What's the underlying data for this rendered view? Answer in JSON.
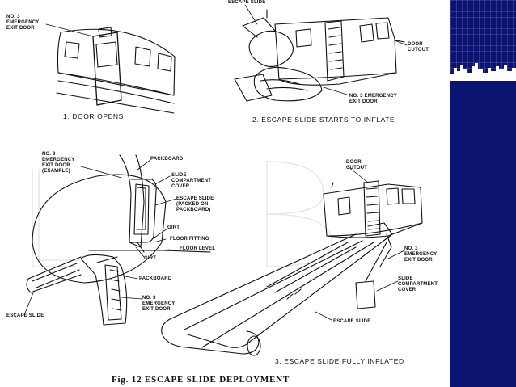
{
  "figure_title": "Fig. 12  ESCAPE SLIDE DEPLOYMENT",
  "panels": [
    {
      "caption": "1. DOOR OPENS",
      "labels": [
        "NO. 3\nEMERGENCY\nEXIT DOOR"
      ]
    },
    {
      "caption": "2. ESCAPE SLIDE STARTS TO INFLATE",
      "labels": [
        "ESCAPE SLIDE",
        "DOOR\nCUTOUT",
        "NO. 3 EMERGENCY\nEXIT DOOR"
      ]
    },
    {
      "caption": "",
      "labels": [
        "NO. 3\nEMERGENCY\nEXIT DOOR\n(EXAMPLE)",
        "PACKBOARD",
        "SLIDE\nCOMPARTMENT\nCOVER",
        "ESCAPE SLIDE\n(PACKED ON\nPACKBOARD)",
        "GIRT",
        "FLOOR FITTING",
        "FLOOR LEVEL",
        "GIRT",
        "PACKBOARD",
        "NO. 3\nEMERGENCY\nEXIT DOOR",
        "ESCAPE SLIDE"
      ]
    },
    {
      "caption": "3. ESCAPE SLIDE FULLY INFLATED",
      "labels": [
        "DOOR\nCUTOUT",
        "NO. 3\nEMERGENCY\nEXIT DOOR",
        "SLIDE\nCOMPARTMENT\nCOVER",
        "ESCAPE SLIDE"
      ]
    }
  ],
  "colors": {
    "line": "#111111",
    "sidebar": "#0b1470",
    "grid": "#5b64c8",
    "skyline": "#ffffff"
  }
}
